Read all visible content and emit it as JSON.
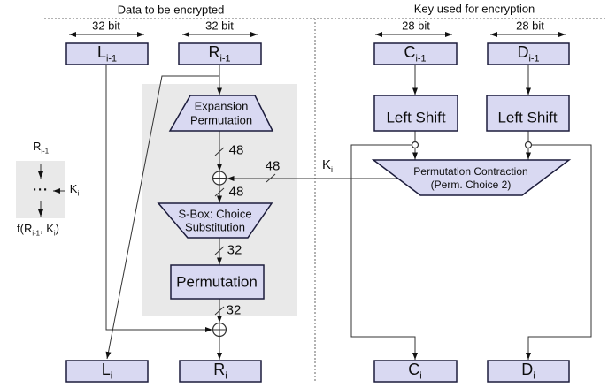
{
  "titles": {
    "left": "Data to be encrypted",
    "right": "Key used for encryption"
  },
  "bit_labels": [
    "32 bit",
    "32 bit",
    "28 bit",
    "28 bit"
  ],
  "registers": {
    "L_prev": {
      "base": "L",
      "sub": "i-1"
    },
    "R_prev": {
      "base": "R",
      "sub": "i-1"
    },
    "C_prev": {
      "base": "C",
      "sub": "i-1"
    },
    "D_prev": {
      "base": "D",
      "sub": "i-1"
    },
    "L_next": {
      "base": "L",
      "sub": "i"
    },
    "R_next": {
      "base": "R",
      "sub": "i"
    },
    "C_next": {
      "base": "C",
      "sub": "i"
    },
    "D_next": {
      "base": "D",
      "sub": "i"
    }
  },
  "blocks": {
    "expansion": {
      "line1": "Expansion",
      "line2": "Permutation"
    },
    "sbox": {
      "line1": "S-Box: Choice",
      "line2": "Substitution"
    },
    "permutation": "Permutation",
    "left_shift_1": "Left Shift",
    "left_shift_2": "Left Shift",
    "pc2": {
      "line1": "Permutation Contraction",
      "line2": "(Perm. Choice 2)"
    }
  },
  "wire_labels": {
    "in48": "48",
    "key48": "48",
    "out48": "48",
    "mid32": "32",
    "post32": "32",
    "key": {
      "base": "K",
      "sub": "i"
    }
  },
  "legend": {
    "input": {
      "base": "R",
      "sub": "i-1"
    },
    "dots": "···",
    "key": {
      "base": "K",
      "sub": "i"
    },
    "output": {
      "p1": "f(R",
      "s1": "i-1",
      "p2": ", K",
      "s2": "i",
      "p3": ")"
    }
  },
  "colors": {
    "node_fill": "#d9d9f2",
    "node_border": "#1c1c3c",
    "panel_gray": "#e9e9e9",
    "wire": "#333333",
    "dash": "#666666",
    "text": "#0d0d0d"
  }
}
